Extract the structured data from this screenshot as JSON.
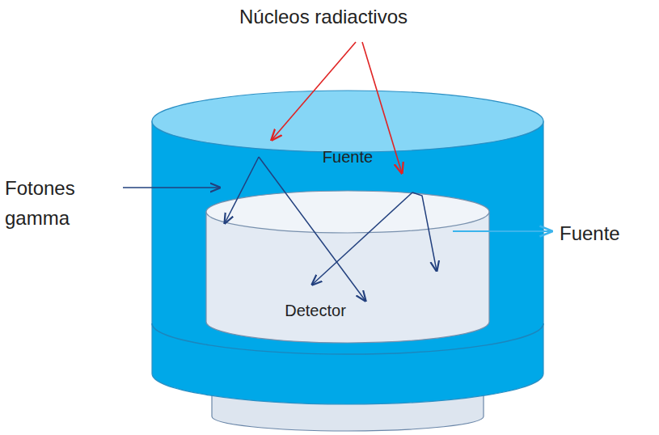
{
  "diagram": {
    "nodes": [
      {
        "text": [
          "Fuente"
        ]
      },
      {
        "text": [
          "Detector"
        ],
        "in": 0
      }
    ],
    "labels": [
      "Núcleos radiactivos",
      "Fotones gamma",
      "Fuente"
    ]
  }
}
